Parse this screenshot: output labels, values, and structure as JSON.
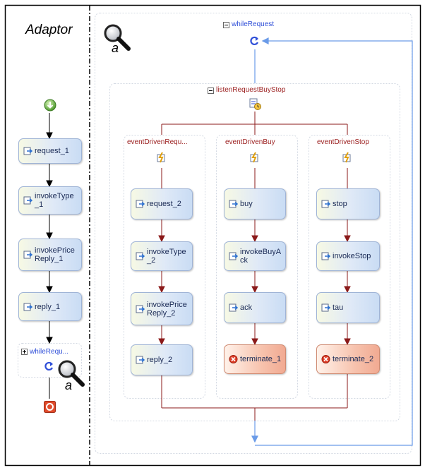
{
  "left_panel": {
    "title": "Adaptor",
    "activities": [
      {
        "label": "request_1"
      },
      {
        "label": "invokeType\n_1"
      },
      {
        "label": "invokePrice\nReply_1"
      },
      {
        "label": "reply_1"
      }
    ],
    "loop_label": "whileRequ...",
    "annotation": "a"
  },
  "right_panel": {
    "while_label": "whileRequest",
    "listen_label": "listenRequestBuyStop",
    "annotation": "a",
    "branches": [
      {
        "label": "eventDrivenRequ...",
        "activities": [
          "request_2",
          "invokeType\n_2",
          "invokePrice\nReply_2",
          "reply_2"
        ],
        "terminal": false
      },
      {
        "label": "eventDrivenBuy",
        "activities": [
          "buy",
          "invokeBuyA\nck",
          "ack",
          "terminate_1"
        ],
        "terminal": true
      },
      {
        "label": "eventDrivenStop",
        "activities": [
          "stop",
          "invokeStop",
          "tau",
          "terminate_2"
        ],
        "terminal": true
      }
    ]
  },
  "colors": {
    "accent_blue": "#2f4fd8",
    "flow_red": "#8b1a1a",
    "loop_blue": "#6a9be8"
  },
  "icons": [
    "start-icon",
    "end-icon",
    "zoom-icon",
    "loop-icon",
    "listen-icon",
    "event-icon",
    "activity-icon",
    "terminate-icon",
    "expand-icon",
    "collapse-icon"
  ]
}
